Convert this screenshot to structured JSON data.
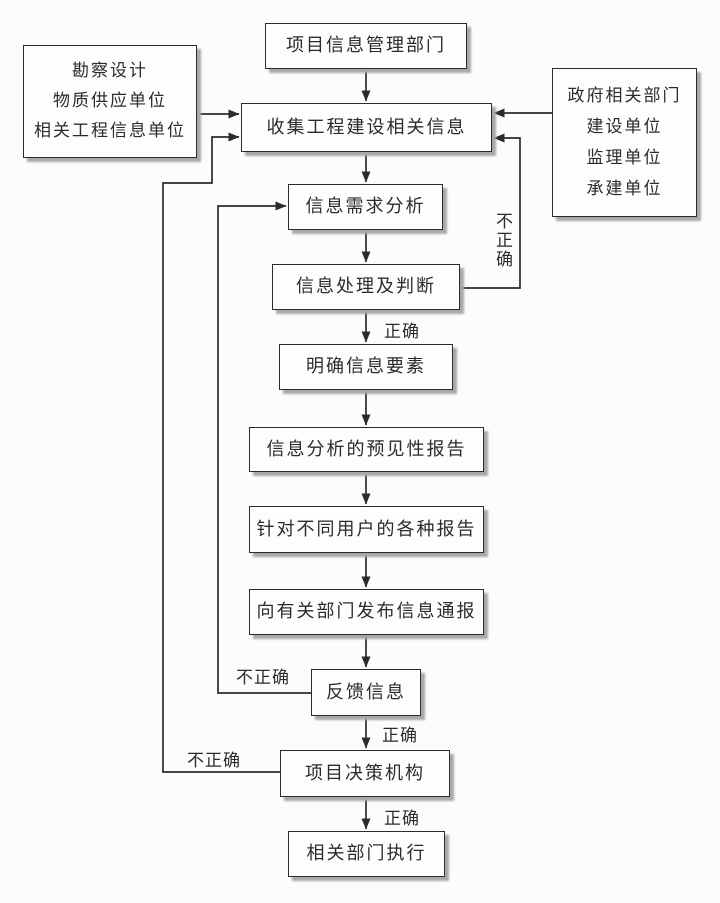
{
  "diagram": {
    "type": "flowchart",
    "language": "zh-CN",
    "nodes": {
      "project_info_dept": {
        "label": "项目信息管理部门"
      },
      "sources_left": {
        "lines": [
          "勘察设计",
          "物质供应单位",
          "相关工程信息单位"
        ]
      },
      "collect": {
        "label": "收集工程建设相关信息"
      },
      "sources_right": {
        "lines": [
          "政府相关部门",
          "建设单位",
          "监理单位",
          "承建单位"
        ]
      },
      "demand_analysis": {
        "label": "信息需求分析"
      },
      "processing": {
        "label": "信息处理及判断"
      },
      "clarify": {
        "label": "明确信息要素"
      },
      "predictive_report": {
        "label": "信息分析的预见性报告"
      },
      "user_reports": {
        "label": "针对不同用户的各种报告"
      },
      "issue_bulletin": {
        "label": "向有关部门发布信息通报"
      },
      "feedback": {
        "label": "反馈信息"
      },
      "decision_body": {
        "label": "项目决策机构"
      },
      "execute": {
        "label": "相关部门执行"
      }
    },
    "edges": [
      {
        "from": "project_info_dept",
        "to": "collect",
        "label": ""
      },
      {
        "from": "sources_left",
        "to": "collect",
        "label": ""
      },
      {
        "from": "sources_right",
        "to": "collect",
        "label": ""
      },
      {
        "from": "collect",
        "to": "demand_analysis",
        "label": ""
      },
      {
        "from": "demand_analysis",
        "to": "processing",
        "label": ""
      },
      {
        "from": "processing",
        "to": "clarify",
        "label": "正确"
      },
      {
        "from": "clarify",
        "to": "predictive_report",
        "label": ""
      },
      {
        "from": "predictive_report",
        "to": "user_reports",
        "label": ""
      },
      {
        "from": "user_reports",
        "to": "issue_bulletin",
        "label": ""
      },
      {
        "from": "issue_bulletin",
        "to": "feedback",
        "label": ""
      },
      {
        "from": "feedback",
        "to": "decision_body",
        "label": "正确"
      },
      {
        "from": "decision_body",
        "to": "execute",
        "label": "正确"
      },
      {
        "from": "processing",
        "to": "collect",
        "label": "不正确"
      },
      {
        "from": "feedback",
        "to": "demand_analysis",
        "label": "不正确"
      },
      {
        "from": "decision_body",
        "to": "collect",
        "label": "不正确"
      }
    ],
    "colors": {
      "line": "#2b2b2b",
      "box_border": "#2b2b2b",
      "box_fill": "#fdfdfd",
      "shadow": "#a8a8a8",
      "text": "#2b2b2b"
    }
  }
}
